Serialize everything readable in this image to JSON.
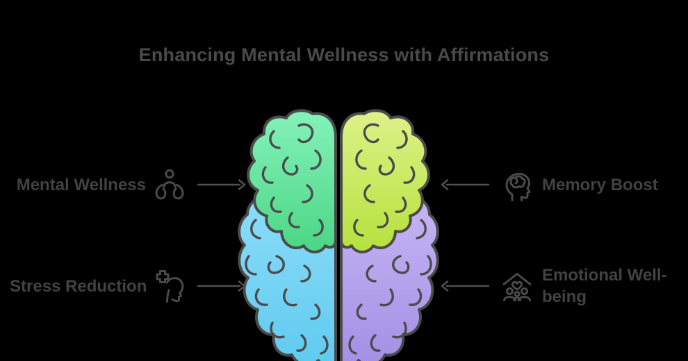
{
  "title": "Enhancing Mental Wellness with Affirmations",
  "background_color": "#000000",
  "ink_color": "#4a4a4a",
  "callouts": [
    {
      "label": "Mental Wellness",
      "side": "left",
      "icon": "care-person-icon",
      "arrow_direction": "right",
      "points_to": "left-frontal-lobe"
    },
    {
      "label": "Stress Reduction",
      "side": "left",
      "icon": "head-cross-icon",
      "arrow_direction": "right",
      "points_to": "left-posterior-lobe"
    },
    {
      "label": "Memory Boost",
      "side": "right",
      "icon": "head-brain-icon",
      "arrow_direction": "left",
      "points_to": "right-frontal-lobe"
    },
    {
      "label": "Emotional Well-being",
      "side": "right",
      "icon": "family-house-icon",
      "arrow_direction": "left",
      "points_to": "right-posterior-lobe"
    }
  ],
  "brain": {
    "outline_color": "#4b4b4b",
    "quadrants": [
      {
        "name": "left-frontal",
        "gradient_id": "gradGreen",
        "fill_top": "#84f2ba",
        "fill_bottom": "#4cd685"
      },
      {
        "name": "right-frontal",
        "gradient_id": "gradLime",
        "fill_top": "#ddf289",
        "fill_bottom": "#b5e13c"
      },
      {
        "name": "left-posterior",
        "gradient_id": "gradBlue",
        "fill_top": "#8eddf8",
        "fill_bottom": "#5fcaf0"
      },
      {
        "name": "right-posterior",
        "gradient_id": "gradPurple",
        "fill_top": "#c7b7f4",
        "fill_bottom": "#a38fe5"
      }
    ]
  }
}
